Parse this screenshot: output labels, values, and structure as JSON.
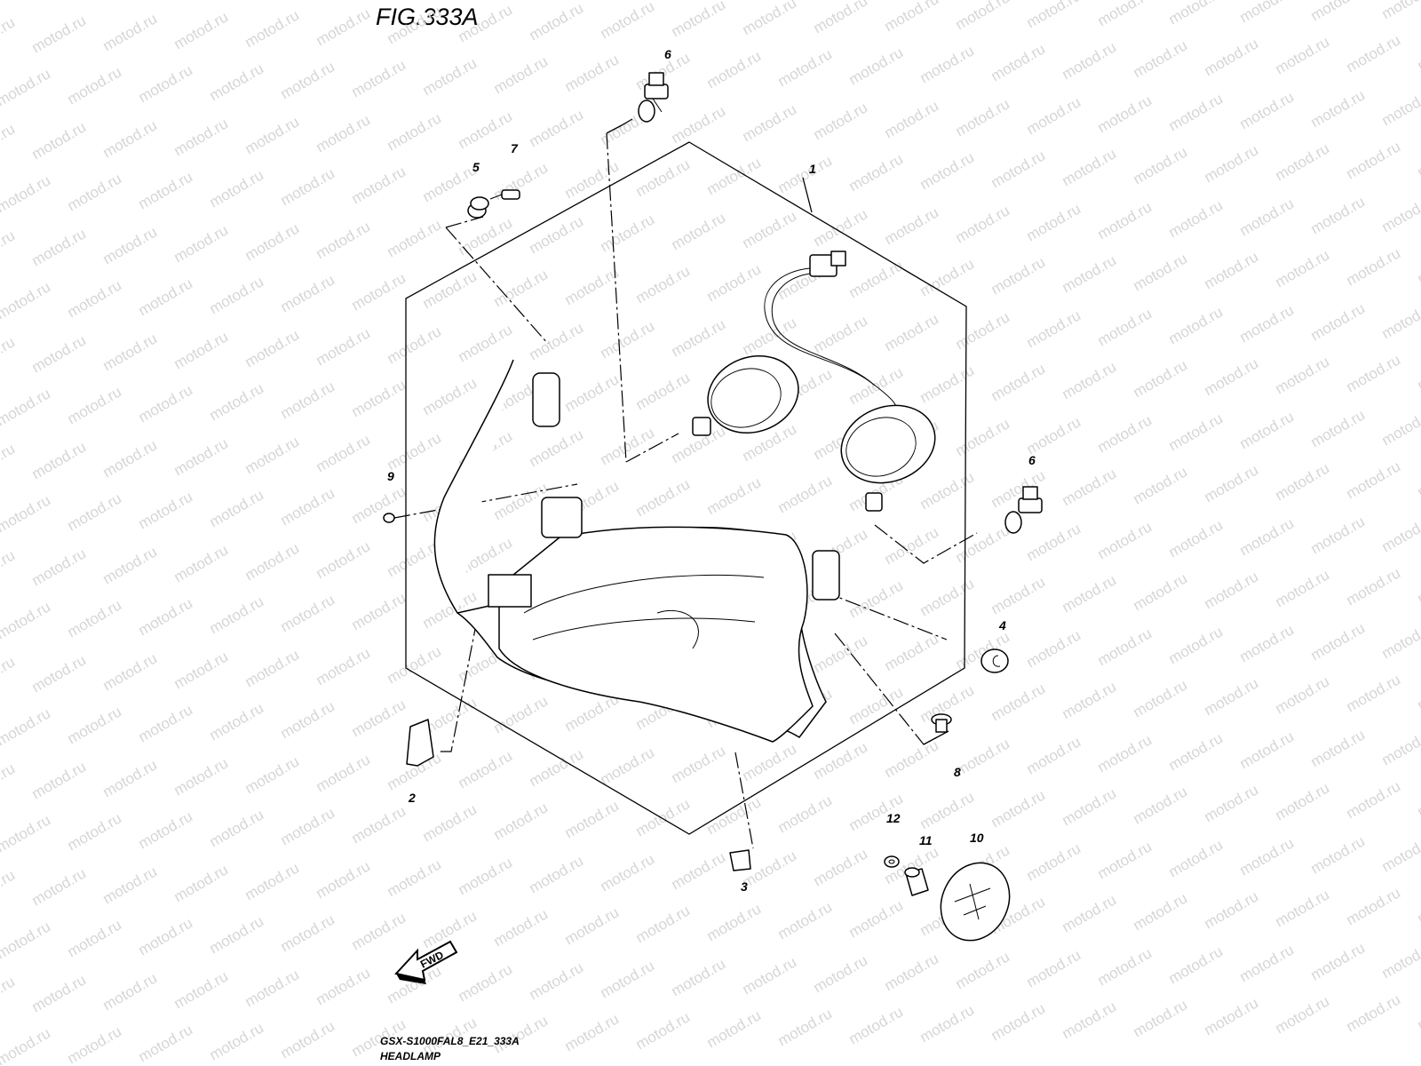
{
  "figure": {
    "title": "FIG.333A",
    "model_code": "GSX-S1000FAL8_E21_333A",
    "name": "HEADLAMP"
  },
  "watermark": "motod.ru",
  "fwd_label": "FWD",
  "callouts": {
    "c1": "1",
    "c2": "2",
    "c3": "3",
    "c4": "4",
    "c5": "5",
    "c6a": "6",
    "c6b": "6",
    "c7": "7",
    "c8": "8",
    "c9": "9",
    "c10": "10",
    "c11": "11",
    "c12": "12"
  },
  "colors": {
    "line": "#000000",
    "watermark": "#d6d6d6",
    "background": "#ffffff"
  },
  "icons": [
    "fwd-arrow-icon"
  ]
}
